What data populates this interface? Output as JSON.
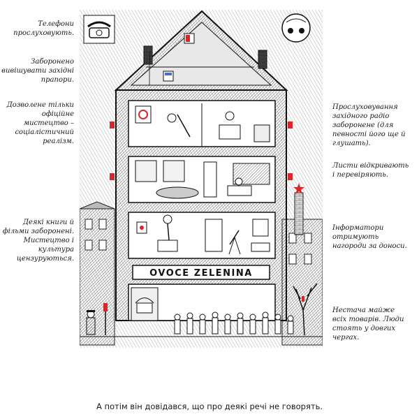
{
  "notes_left": [
    "Телефони прослуховують.",
    "Заборонено вивішувати західні прапори.",
    "Дозволене тільки офіційне мистецтво – соціалістичний реалізм.",
    "Деякі книги й фільми заборонені. Мистецтво і культура цензуруються."
  ],
  "notes_right": [
    "Прослуховування західного радіо заборонене (для певності його ще й глушать).",
    "Листи відкривають і перевіряють.",
    "Інформатори отримують нагороди за доноси.",
    "Нестача майже всіх товарів. Люди стоять у довгих чергах."
  ],
  "shop_sign": "OVOCE ZELENINA",
  "caption": "А потім він довідався, що про деякі речі не говорять.",
  "colors": {
    "ink": "#1a1a1a",
    "accent_red": "#d9262b",
    "paper": "#ffffff",
    "hatch": "#555555"
  }
}
